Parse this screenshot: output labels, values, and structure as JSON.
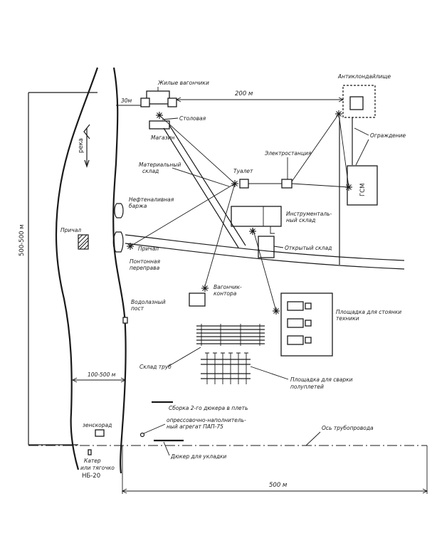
{
  "labels": {
    "housing_wagons": "Жилые вагончики",
    "antiexplosive_pit": "Антиклондайлище",
    "dist_200": "200 м",
    "dist_30": "30м",
    "canteen": "Столовая",
    "shop": "Магазин",
    "fence": "Ограждение",
    "river": "река",
    "power_station": "Электростанция",
    "material_warehouse_1": "Материальный",
    "material_warehouse_2": "склад",
    "toilet": "Туалет",
    "gsm": "ГСМ",
    "fuel_boat_1": "Нефтеналивная",
    "fuel_boat_2": "баржа",
    "tool_warehouse_1": "Инструменталь-",
    "tool_warehouse_2": "ный склад",
    "pier": "Причал",
    "pontoon_1": "Понтонная",
    "pontoon_2": "переправа",
    "open_warehouse": "Открытый склад",
    "distance_left": "500-500 м",
    "left_pier": "Причал",
    "wagon_office_1": "Вагончик-",
    "wagon_office_2": "контора",
    "equipment_area_1": "Площадка для стоянки",
    "equipment_area_2": "техники",
    "rescue_post_1": "Водолазный",
    "rescue_post_2": "пост",
    "pipe_warehouse": "Склад труб",
    "welding_area_1": "Площадка для сварки",
    "welding_area_2": "полуплетей",
    "dist_100_500": "100-500 м",
    "welding_2_1": "Сборка 2-го дюкера в плеть",
    "pressure_unit_1": "опрессовочно-наполнитель-",
    "pressure_unit_2": "ный агрегат ПАП-75",
    "fuel_storage": "зенскорад",
    "pipeline_axis": "Ось трубопровода",
    "duker_laying": "Дюкер для укладки",
    "boat_1": "Катер",
    "boat_2": "или тягочко",
    "boat_3": "НБ-20",
    "dist_500": "500 м"
  },
  "colors": {
    "ink": "#1a1a1a",
    "paper": "#ffffff"
  },
  "icons": [
    "light-pole-icon",
    "north-arrow-icon",
    "flow-arrow-icon"
  ]
}
